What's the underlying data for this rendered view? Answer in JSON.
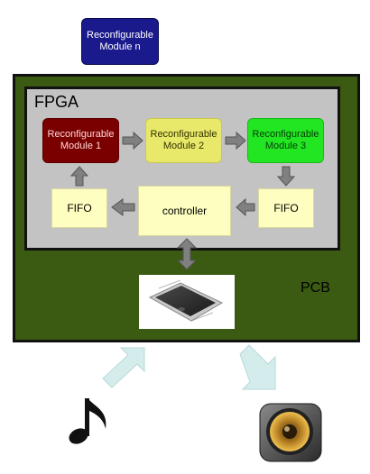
{
  "module_n": {
    "line1": "Reconfigurable",
    "line2": "Module n"
  },
  "pcb": {
    "label": "PCB"
  },
  "fpga": {
    "label": "FPGA"
  },
  "module1": {
    "line1": "Reconfigurable",
    "line2": "Module 1"
  },
  "module2": {
    "line1": "Reconfigurable",
    "line2": "Module 2"
  },
  "module3": {
    "line1": "Reconfigurable",
    "line2": "Module 3"
  },
  "fifo_left": {
    "label": "FIFO"
  },
  "fifo_right": {
    "label": "FIFO"
  },
  "controller": {
    "label": "controller"
  },
  "icons": {
    "chip": "microcontroller-chip-icon",
    "note": "music-note-icon",
    "speaker": "speaker-icon"
  },
  "colors": {
    "pcb": "#3b5a12",
    "fpga": "#c3c3c3",
    "module_n": "#1a1a8c",
    "module1": "#7a0000",
    "module2": "#e8e86a",
    "module3": "#22e622",
    "fifo": "#fefec0",
    "arrow": "#808080",
    "io_arrow": "#d4ecec"
  }
}
